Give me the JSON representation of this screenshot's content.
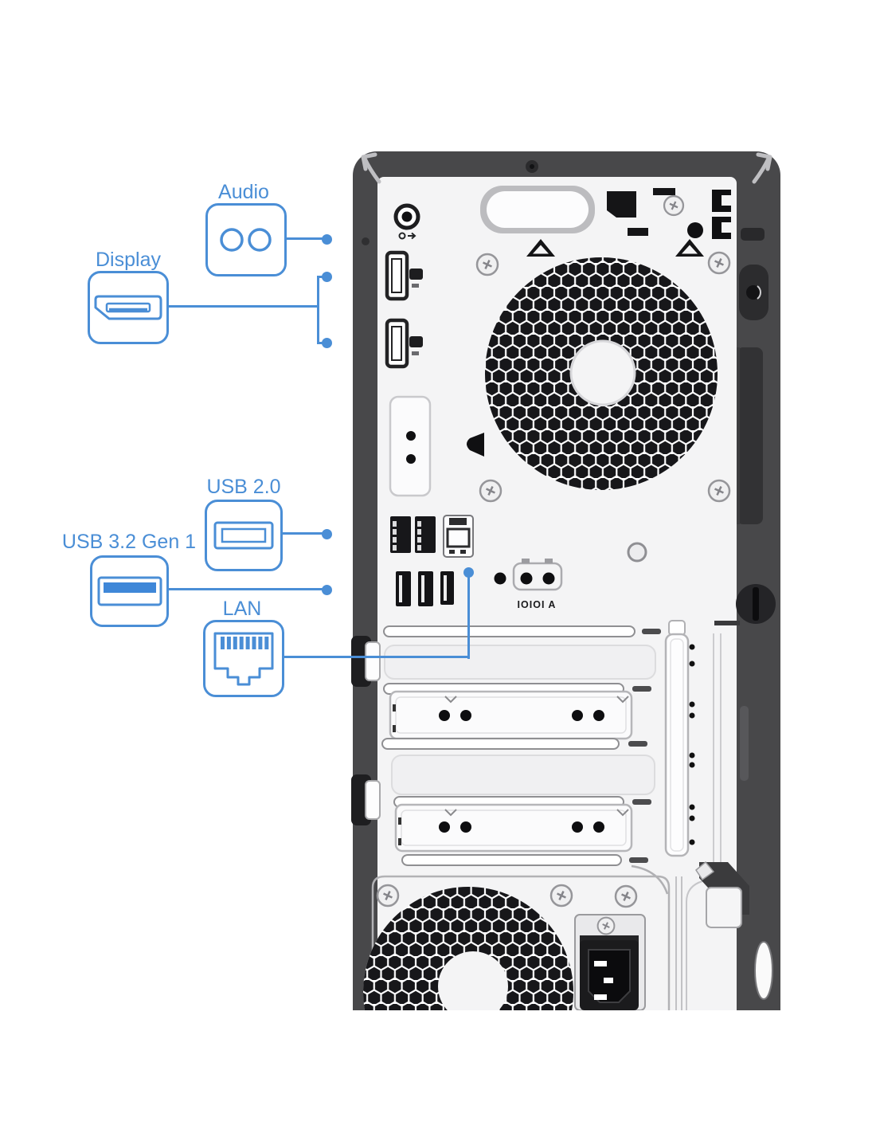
{
  "colors": {
    "callout_blue": "#4a8ed6",
    "usb3_fill_blue": "#3f87d8",
    "chassis_dark": "#48484a",
    "panel_light": "#f4f4f5"
  },
  "callouts": {
    "audio": {
      "label": "Audio",
      "icon": "audio-jacks-icon"
    },
    "display": {
      "label": "Display",
      "icon": "displayport-icon"
    },
    "usb2": {
      "label": "USB 2.0",
      "icon": "usb-a-port-icon"
    },
    "usb3": {
      "label": "USB 3.2 Gen 1",
      "icon": "usb-a-3-port-icon"
    },
    "lan": {
      "label": "LAN",
      "icon": "rj45-port-icon"
    }
  },
  "chassis_markings": {
    "serial_port": "IOIOI A"
  }
}
